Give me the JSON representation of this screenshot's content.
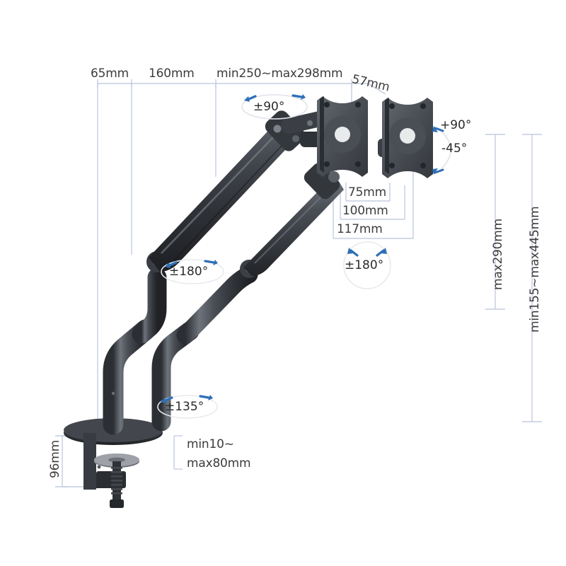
{
  "diagram": {
    "title": "Dual Monitor Gas Spring Desk Mount Dimension Diagram",
    "unit": "mm",
    "line_color": "#c3cde0",
    "text_color": "#3c3c3c",
    "arrow_color": "#2e6fb7",
    "product_color": "#3a3d42"
  },
  "top_dimensions": [
    {
      "id": "d65",
      "label": "65mm"
    },
    {
      "id": "d160",
      "label": "160mm"
    },
    {
      "id": "d250",
      "label": "min250~max298mm"
    },
    {
      "id": "d57",
      "label": "57mm"
    }
  ],
  "vesa_dimensions": [
    {
      "id": "v75",
      "label": "75mm"
    },
    {
      "id": "v100",
      "label": "100mm"
    },
    {
      "id": "v117",
      "label": "117mm"
    }
  ],
  "right_dimensions": [
    {
      "id": "r290",
      "label": "max290mm"
    },
    {
      "id": "r155",
      "label": "min155~max445mm"
    }
  ],
  "base_dimensions": [
    {
      "id": "b96",
      "label": "96mm"
    },
    {
      "id": "bclamp_1",
      "label": "min10~"
    },
    {
      "id": "bclamp_2",
      "label": "max80mm"
    }
  ],
  "angle_callouts": [
    {
      "id": "a90",
      "label": "±90°",
      "shape": "ellipse"
    },
    {
      "id": "a180_arm",
      "label": "±180°",
      "shape": "ellipse"
    },
    {
      "id": "a180_head",
      "label": "±180°",
      "shape": "circle"
    },
    {
      "id": "a135",
      "label": "±135°",
      "shape": "ellipse"
    },
    {
      "id": "tilt_up",
      "label": "+90°",
      "shape": "arc"
    },
    {
      "id": "tilt_down",
      "label": "-45°",
      "shape": "arc"
    }
  ]
}
